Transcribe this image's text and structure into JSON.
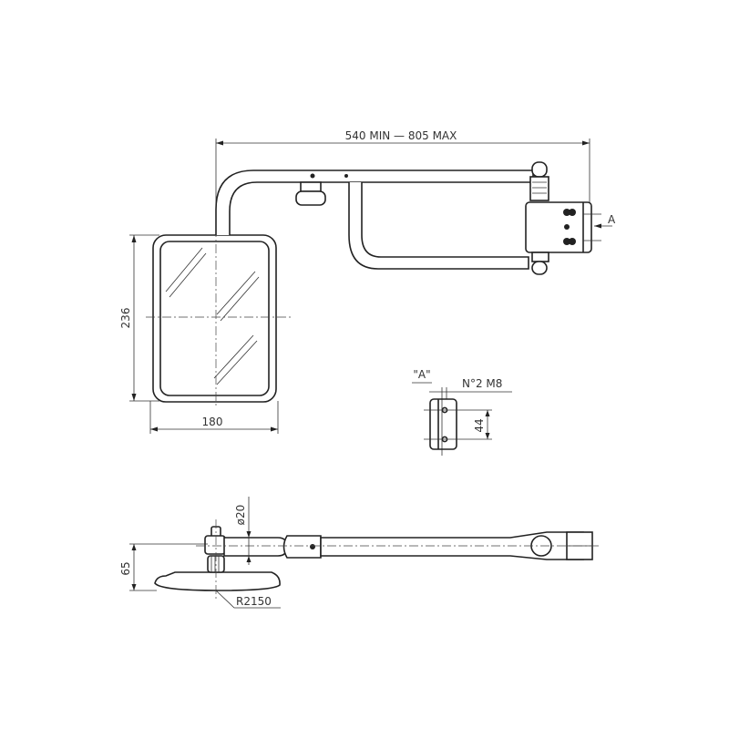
{
  "drawing": {
    "overall_length_dim": "540 MIN — 805 MAX",
    "mirror_height_dim": "236",
    "mirror_width_dim": "180",
    "view_arrow_label": "A",
    "detail_label": "\"A\"",
    "bolt_spec": "N°2 M8",
    "bolt_spacing_dim": "44",
    "tube_diameter_dim": "ø20",
    "side_height_dim": "65",
    "mirror_radius_dim": "R2150"
  }
}
